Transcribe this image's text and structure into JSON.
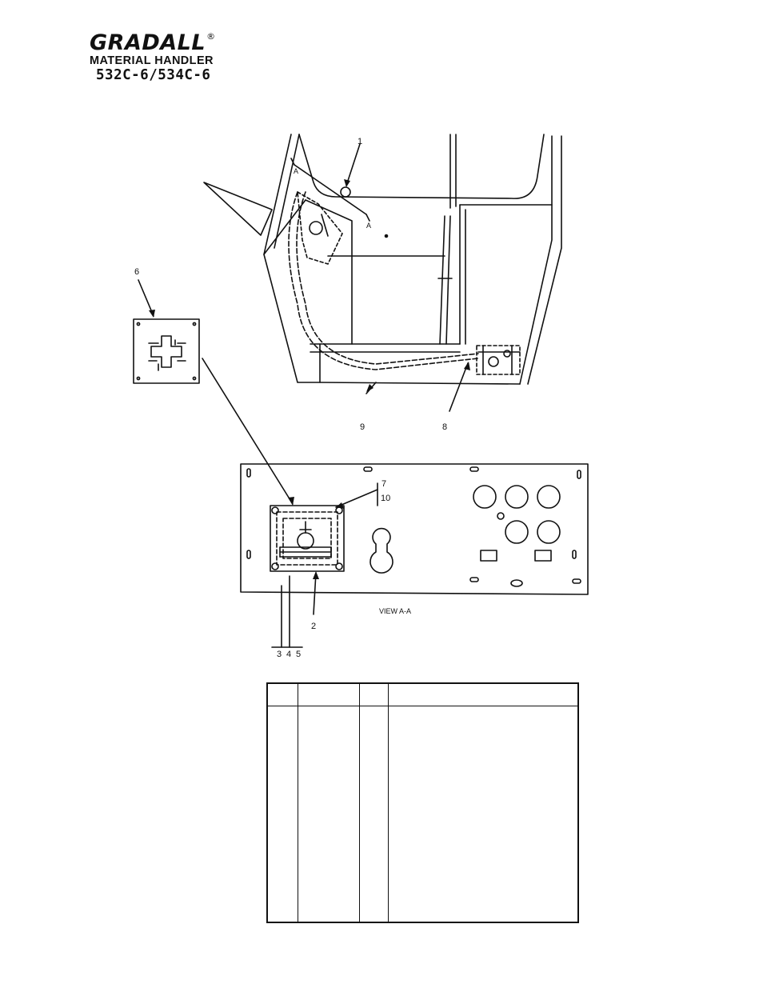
{
  "header": {
    "brand": "GRADALL",
    "registered_mark": "®",
    "subtitle": "MATERIAL HANDLER",
    "model": "532C-6/534C-6"
  },
  "callouts": {
    "c1": "1",
    "c2": "2",
    "c3": "3",
    "c4": "4",
    "c5": "5",
    "c6": "6",
    "c7": "7",
    "c8": "8",
    "c9": "9",
    "c10": "10",
    "section_mark_a": "A",
    "view_label": "VIEW A-A"
  },
  "parts_table": {
    "columns": [
      "",
      "",
      "",
      ""
    ],
    "rows": []
  }
}
